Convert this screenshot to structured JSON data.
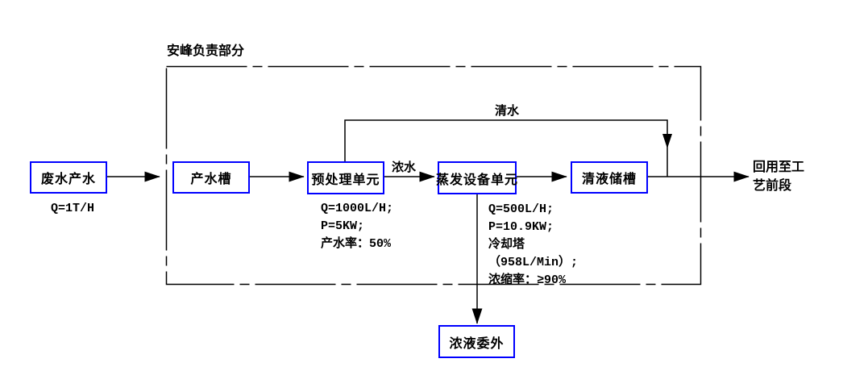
{
  "diagram": {
    "title": "安峰负责部分",
    "nodes": {
      "wastewater": {
        "label": "废水产水"
      },
      "product_tank": {
        "label": "产水槽"
      },
      "pretreatment": {
        "label": "预处理单元"
      },
      "evaporation": {
        "label": "蒸发设备单元"
      },
      "clear_tank": {
        "label": "清液储槽"
      },
      "concentrate_out": {
        "label": "浓液委外"
      }
    },
    "flow_labels": {
      "feed_rate": "Q=1T/H",
      "concentrated_water": "浓水",
      "clear_water": "清水",
      "reuse_line1": "回用至工",
      "reuse_line2": "艺前段"
    },
    "pretreatment_specs": [
      "Q=1000L/H;",
      "P=5KW;",
      "产水率：50%"
    ],
    "evaporation_specs": [
      "Q=500L/H;",
      "P=10.9KW;",
      "冷却塔",
      "（958L/Min）;",
      "浓缩率：≥90%"
    ],
    "colors": {
      "node_border": "#0000FF",
      "line": "#000000",
      "text": "#000000",
      "background": "#FFFFFF"
    }
  }
}
